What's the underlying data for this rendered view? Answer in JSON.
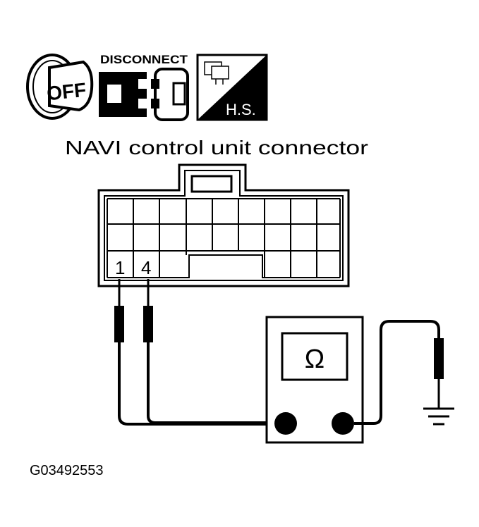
{
  "icons": {
    "ignition": {
      "icon": "ignition-key-icon",
      "text": "OFF"
    },
    "disconnect": {
      "icon": "disconnect-connector-icon",
      "text": "DISCONNECT"
    },
    "harness_side": {
      "icon": "harness-side-icon",
      "text": "H.S."
    }
  },
  "connector": {
    "title": "NAVI control unit connector",
    "terminal_a": "1",
    "terminal_b": "4"
  },
  "meter": {
    "symbol": "Ω",
    "icon": "ohmmeter-icon"
  },
  "ground": {
    "icon": "ground-icon"
  },
  "figure_id": "G03492553",
  "colors": {
    "ink": "#000000",
    "background": "#ffffff"
  }
}
